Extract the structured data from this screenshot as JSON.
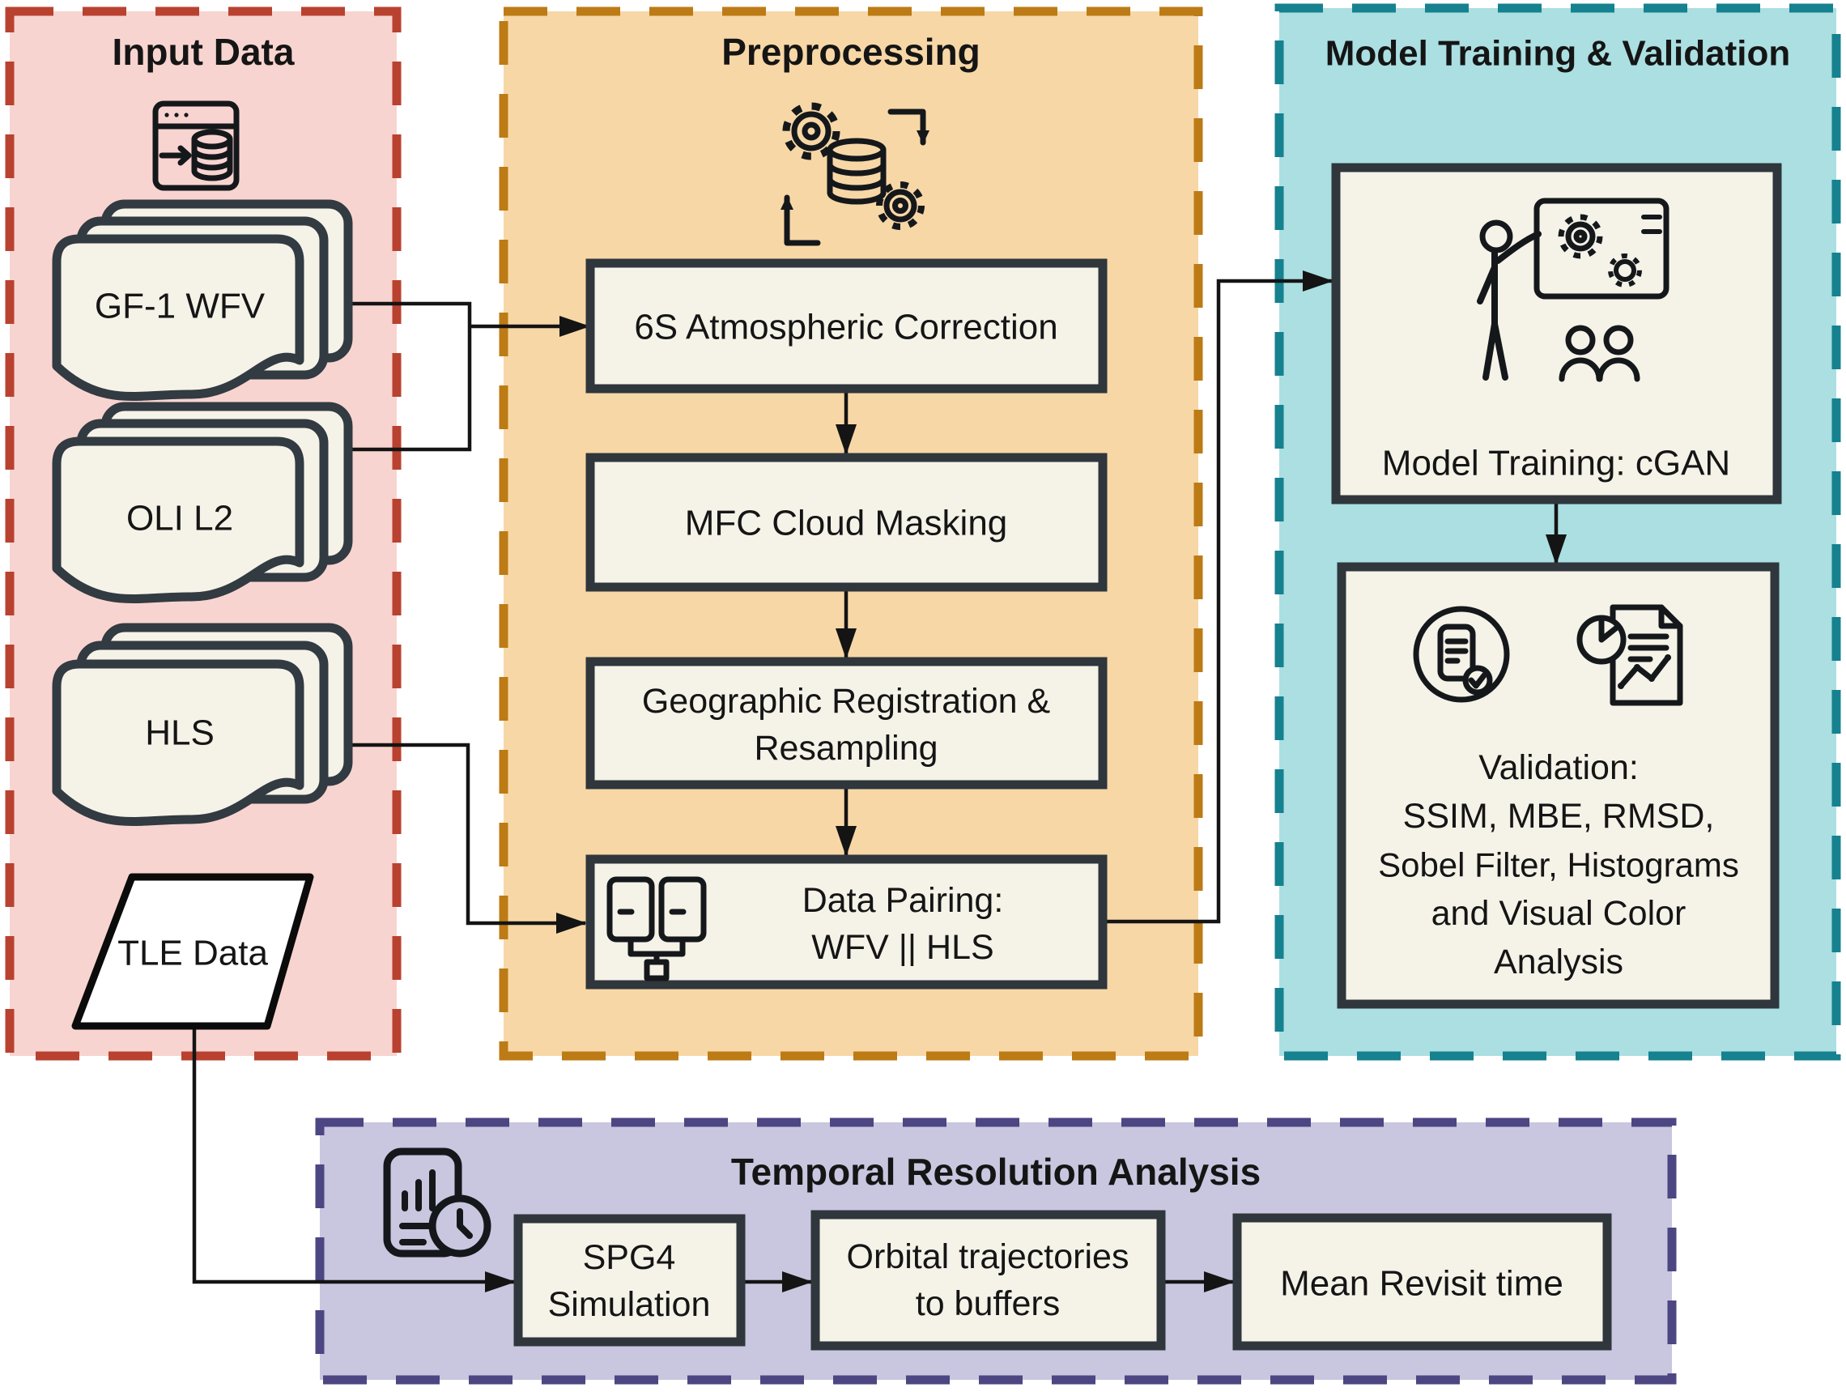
{
  "colors": {
    "input_fill": "#f8d4d0",
    "input_stroke": "#b8422f",
    "prep_fill": "#f7d7a6",
    "prep_stroke": "#bd7b15",
    "model_fill": "#abdfe2",
    "model_stroke": "#16818f",
    "temporal_fill": "#c9c6df",
    "temporal_stroke": "#4c4682",
    "box_fill": "#f5f2e8",
    "box_stroke": "#2f363c",
    "io_fill": "#ffffff",
    "line_color": "#141414"
  },
  "icons": {
    "input_data": "database-import-icon",
    "preprocessing": "gears-database-icon",
    "data_pairing": "paired-files-icon",
    "model_training": "trainer-presentation-icon",
    "validation_check": "report-check-icon",
    "validation_chart": "chart-document-icon",
    "temporal": "log-clock-icon"
  },
  "sections": {
    "input": {
      "title": "Input Data",
      "stacks": [
        {
          "label": "GF-1 WFV"
        },
        {
          "label": "OLI L2"
        },
        {
          "label": "HLS"
        }
      ],
      "io": {
        "label": "TLE Data"
      }
    },
    "preprocessing": {
      "title": "Preprocessing",
      "steps": [
        {
          "label": "6S Atmospheric Correction"
        },
        {
          "label": "MFC Cloud Masking"
        },
        {
          "lines": [
            "Geographic Registration &",
            "Resampling"
          ]
        },
        {
          "lines": [
            "Data Pairing:",
            "WFV || HLS"
          ]
        }
      ]
    },
    "model": {
      "title": "Model Training & Validation",
      "training": {
        "label": "Model Training: cGAN"
      },
      "validation": {
        "lines": [
          "Validation:",
          "SSIM, MBE, RMSD,",
          "Sobel Filter, Histograms",
          "and Visual Color",
          "Analysis"
        ]
      }
    },
    "temporal": {
      "title": "Temporal Resolution Analysis",
      "steps": [
        {
          "lines": [
            "SPG4",
            "Simulation"
          ]
        },
        {
          "lines": [
            "Orbital trajectories",
            "to buffers"
          ]
        },
        {
          "label": "Mean Revisit time"
        }
      ]
    }
  }
}
